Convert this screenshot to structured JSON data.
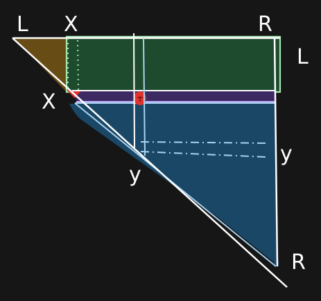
{
  "labels": {
    "top_left": "L",
    "top_x": "X",
    "top_right": "R",
    "right_l": "L",
    "left_x": "X",
    "bottom_y": "y",
    "right_y": "y",
    "bottom_right": "R"
  },
  "colors": {
    "background": "#161616",
    "ink": "#ffffff",
    "brown_region": "#6b4f16",
    "green_region": "#1e4b2e",
    "green_outline": "#a6e6b0",
    "purple_band": "#3e2a63",
    "purple_outline": "#c2b1ff",
    "blue_region": "#1b4766",
    "blue_outline": "#a9d3f0",
    "red_marks": "#e0332d"
  }
}
